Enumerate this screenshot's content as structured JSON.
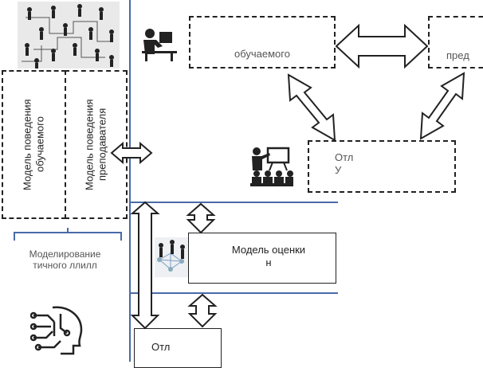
{
  "diagram": {
    "top_left_box_label": "обучаемого",
    "top_right_box_label": "пред",
    "middle_box_label": "Отл\nУ",
    "model_eval_box_label": "Модель оценки\nн",
    "bottom_box_label": "Отл",
    "bracket_label": "Моделирование\nтичного ллилл",
    "vertical_label_left": "Модель поведения\nобучаемого",
    "vertical_label_right": "Модель поведения\nпреподавателя"
  },
  "colors": {
    "line_blue": "#4a6aa8",
    "stroke": "#222222"
  },
  "icons": [
    "crowd-icon",
    "student-at-computer-icon",
    "teacher-presentation-icon",
    "network-people-icon",
    "ai-head-icon"
  ]
}
